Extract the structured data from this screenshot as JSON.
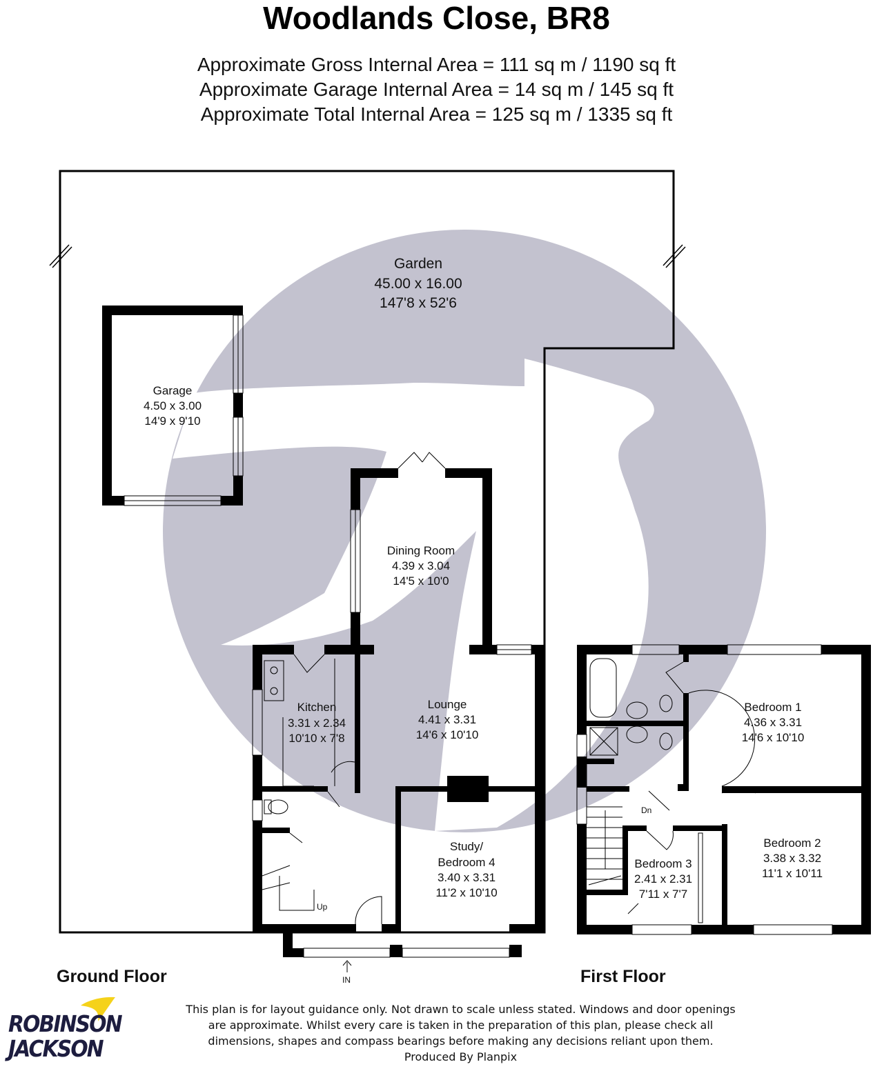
{
  "header": {
    "title": "Woodlands Close, BR8",
    "areas": [
      "Approximate Gross Internal Area = 111 sq m / 1190 sq ft",
      "Approximate Garage Internal Area = 14 sq m / 145 sq ft",
      "Approximate Total Internal Area = 125 sq m / 1335 sq ft"
    ]
  },
  "rooms": {
    "garden": {
      "name": "Garden",
      "metric": "45.00 x 16.00",
      "imperial": "147'8 x 52'6"
    },
    "garage": {
      "name": "Garage",
      "metric": "4.50 x 3.00",
      "imperial": "14'9 x 9'10"
    },
    "dining": {
      "name": "Dining Room",
      "metric": "4.39 x 3.04",
      "imperial": "14'5 x 10'0"
    },
    "kitchen": {
      "name": "Kitchen",
      "metric": "3.31 x 2.34",
      "imperial": "10'10 x 7'8"
    },
    "lounge": {
      "name": "Lounge",
      "metric": "4.41 x 3.31",
      "imperial": "14'6 x 10'10"
    },
    "study": {
      "name1": "Study/",
      "name2": "Bedroom 4",
      "metric": "3.40 x 3.31",
      "imperial": "11'2 x 10'10"
    },
    "bedroom1": {
      "name": "Bedroom 1",
      "metric": "4.36 x 3.31",
      "imperial": "14'6 x 10'10"
    },
    "bedroom2": {
      "name": "Bedroom 2",
      "metric": "3.38 x 3.32",
      "imperial": "11'1 x 10'11"
    },
    "bedroom3": {
      "name": "Bedroom 3",
      "metric": "2.41 x 2.31",
      "imperial": "7'11 x 7'7"
    }
  },
  "markers": {
    "up": "Up",
    "down": "Dn",
    "entrance": "IN"
  },
  "floors": {
    "ground": "Ground Floor",
    "first": "First Floor"
  },
  "disclaimer": [
    "This plan is for layout guidance only. Not drawn to scale unless stated. Windows and door openings",
    "are approximate. Whilst every care is taken in the preparation of this plan, please check all",
    "dimensions, shapes and compass bearings before making any decisions reliant upon them.",
    "Produced By Planpix"
  ],
  "logo": {
    "line1": "ROBINSON",
    "line2": "JACKSON"
  },
  "colors": {
    "watermark": "#c3c2cf",
    "wall": "#000000",
    "logo_text": "#1d1d3f",
    "logo_bird": "#f5d21a"
  }
}
